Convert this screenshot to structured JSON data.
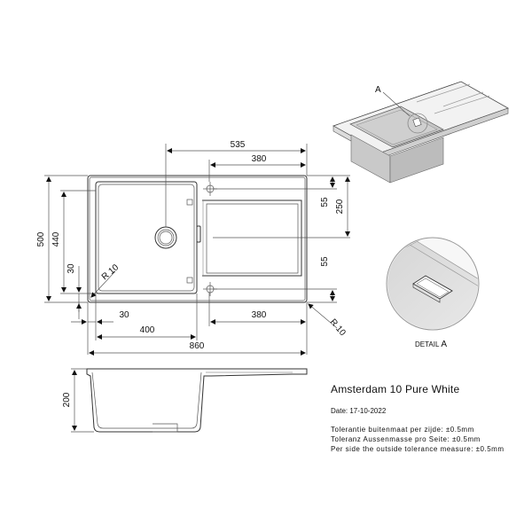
{
  "dimensions": {
    "width_535": "535",
    "width_380_top": "380",
    "height_250": "250",
    "height_55_top": "55",
    "height_55_bottom": "55",
    "height_500": "500",
    "height_440": "440",
    "height_30": "30",
    "radius_left": "R 10",
    "radius_right": "R 10",
    "width_30": "30",
    "width_380_bottom": "380",
    "width_400": "400",
    "width_860": "860",
    "depth_200": "200"
  },
  "detail": {
    "callout_letter": "A",
    "label_prefix": "DETAIL",
    "label_letter": "A"
  },
  "info": {
    "title": "Amsterdam 10 Pure White",
    "date": "Date: 17-10-2022",
    "tolerance_nl": "Tolerantie buitenmaat per zijde: ±0.5mm",
    "tolerance_de": "Toleranz Aussenmasse pro Seite: ±0.5mm",
    "tolerance_en": "Per side the outside tolerance measure: ±0.5mm"
  }
}
